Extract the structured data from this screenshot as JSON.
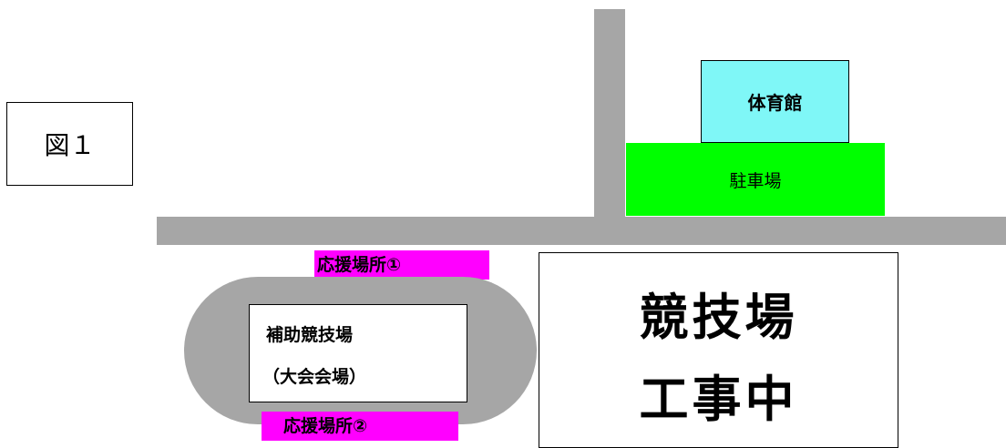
{
  "figure_label": "図１",
  "buildings": {
    "gym": "体育館",
    "parking": "駐車場",
    "aux_stadium": {
      "line1": "補助競技場",
      "line2": "（大会会場）"
    },
    "main_stadium": {
      "line1": "競技場",
      "line2": "工事中"
    }
  },
  "cheer_areas": {
    "area1": "応援場所①",
    "area2": "応援場所②"
  },
  "colors": {
    "road": "#a6a6a6",
    "gym": "#7ff7f7",
    "parking": "#00ff00",
    "cheer": "#ff00ff"
  }
}
